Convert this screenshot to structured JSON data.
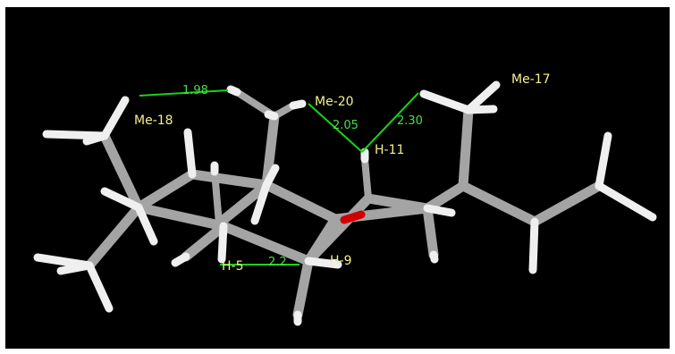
{
  "colors": {
    "background": "#000000",
    "bond": "#a4a4a4",
    "bond_shade": "#5a5a5a",
    "hydrogen": "#efefef",
    "oxygen": "#d10000",
    "noe_line": "#17d417",
    "distance_text": "#46e046",
    "atom_label_text": "#f4f08a"
  },
  "atom_labels": {
    "me18": "Me-18",
    "me20": "Me-20",
    "me17": "Me-17",
    "h11": "H-11",
    "h5": "H-5",
    "h9": "H-9"
  },
  "distances": {
    "me18_me20": "1.98",
    "me20_h11": "2.05",
    "h11_me17": "2.30",
    "h5_h9": "2.2"
  }
}
